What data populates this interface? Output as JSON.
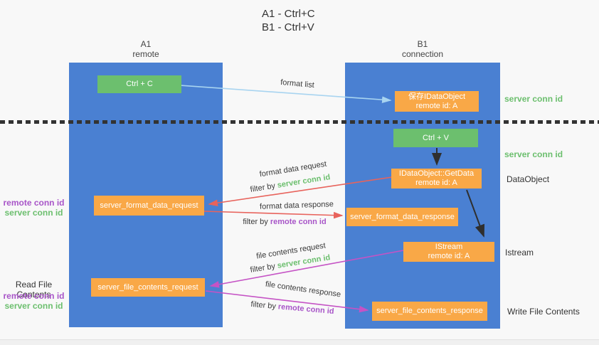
{
  "title": {
    "line1": "A1 - Ctrl+C",
    "line2": "B1 - Ctrl+V"
  },
  "lane_a": {
    "title": "A1",
    "subtitle": "remote"
  },
  "lane_b": {
    "title": "B1",
    "subtitle": "connection"
  },
  "nodes": {
    "ctrl_c": {
      "label": "Ctrl + C"
    },
    "save_idataobject": {
      "line1": "保存IDataObject",
      "line2": "remote id: A"
    },
    "ctrl_v": {
      "label": "Ctrl + V"
    },
    "getdata": {
      "line1": "IDataObject::GetData",
      "line2": "remote id: A"
    },
    "format_request": {
      "label": "server_format_data_request"
    },
    "format_response": {
      "label": "server_format_data_response"
    },
    "istream": {
      "line1": "IStream",
      "line2": "remote id: A"
    },
    "file_request": {
      "label": "server_file_contents_request"
    },
    "file_response": {
      "label": "server_file_contents_response"
    }
  },
  "edges": {
    "format_list": {
      "label": "format list"
    },
    "format_data_request": {
      "label": "format data request",
      "filter_prefix": "filter by ",
      "filter_key": "server conn id"
    },
    "format_data_response": {
      "label": "format data response",
      "filter_prefix": "filter by ",
      "filter_key": "remote conn id"
    },
    "file_contents_request": {
      "label": "file contents request",
      "filter_prefix": "filter by ",
      "filter_key": "server conn id"
    },
    "file_contents_response": {
      "label": "file contents response",
      "filter_prefix": "filter by ",
      "filter_key": "remote conn id"
    }
  },
  "annotations": {
    "server_conn_id_top": "server conn id",
    "server_conn_id_mid": "server conn id",
    "dataobject": "DataObject",
    "istream": "Istream",
    "write_file_contents": "Write File Contents",
    "read_file_contents": "Read File Contents",
    "pair1_remote": "remote conn id",
    "pair1_server": "server conn id",
    "pair2_remote": "remote conn id",
    "pair2_server": "server conn id"
  },
  "colors": {
    "lane_blue": "#4a80d2",
    "node_green": "#6cbf6e",
    "node_orange": "#f9a847",
    "text_green": "#6cbf6e",
    "text_purple": "#a855c8",
    "arrow_red": "#e8635c",
    "arrow_magenta": "#c553c5",
    "arrow_lightblue": "#a8d4f0",
    "arrow_black": "#2f2f2f"
  }
}
